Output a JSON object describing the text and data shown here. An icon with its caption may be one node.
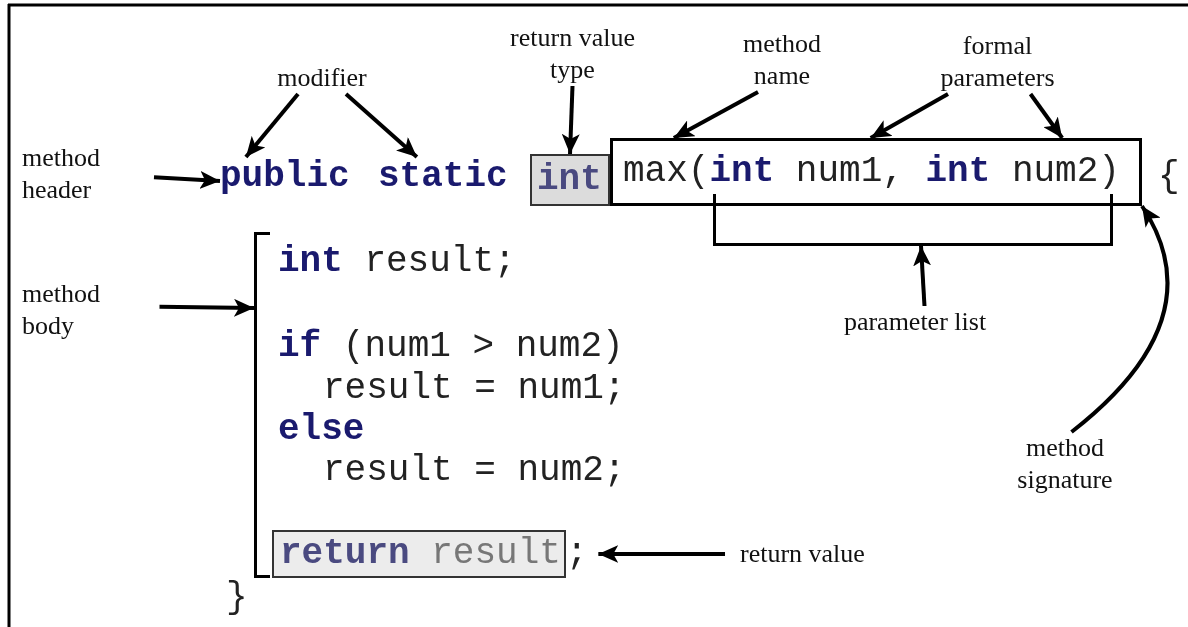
{
  "diagram": {
    "nodes": [
      {
        "text": [
          "return value type"
        ]
      },
      {
        "text": [
          "method name"
        ]
      },
      {
        "text": [
          "formal parameters"
        ]
      },
      {
        "text": [
          "modifier"
        ]
      },
      {
        "text": [
          "method header"
        ]
      },
      {
        "text": [
          "public"
        ]
      },
      {
        "text": [
          "static"
        ]
      },
      {
        "text": [
          "int"
        ]
      },
      {
        "text": [
          "max(**int** num1, **int** num2)"
        ]
      },
      {
        "text": [],
        "shape": "bracket"
      },
      {
        "text": [
          "method body"
        ]
      },
      {
        "text": [],
        "shape": "bracket"
      },
      {
        "text": [
          "parameter list"
        ]
      },
      {
        "text": [
          "method signature"
        ]
      },
      {
        "text": [
          "**return** result"
        ]
      },
      {
        "text": [
          "return value"
        ]
      }
    ],
    "edges": [
      {
        "from": 3,
        "to": 5,
        "arrow": "to"
      },
      {
        "from": 3,
        "to": 6,
        "arrow": "to"
      },
      {
        "from": 0,
        "to": 7,
        "arrow": "to"
      },
      {
        "from": 1,
        "to": 8,
        "arrow": "to"
      },
      {
        "from": 2,
        "to": 8,
        "arrow": "to"
      },
      {
        "from": 2,
        "to": 8,
        "arrow": "to"
      },
      {
        "from": 4,
        "to": 5,
        "arrow": "to"
      },
      {
        "from": 10,
        "to": 11,
        "arrow": "to"
      },
      {
        "from": 12,
        "to": 9,
        "arrow": "to"
      },
      {
        "from": 13,
        "to": 8,
        "arrow": "to"
      },
      {
        "from": 15,
        "to": 14,
        "arrow": "to"
      }
    ],
    "labels": [
      "{",
      "**int** result;",
      "**if** (num1 > num2)",
      "result = num1;",
      "else",
      "result = num2;",
      ";",
      "}"
    ]
  }
}
